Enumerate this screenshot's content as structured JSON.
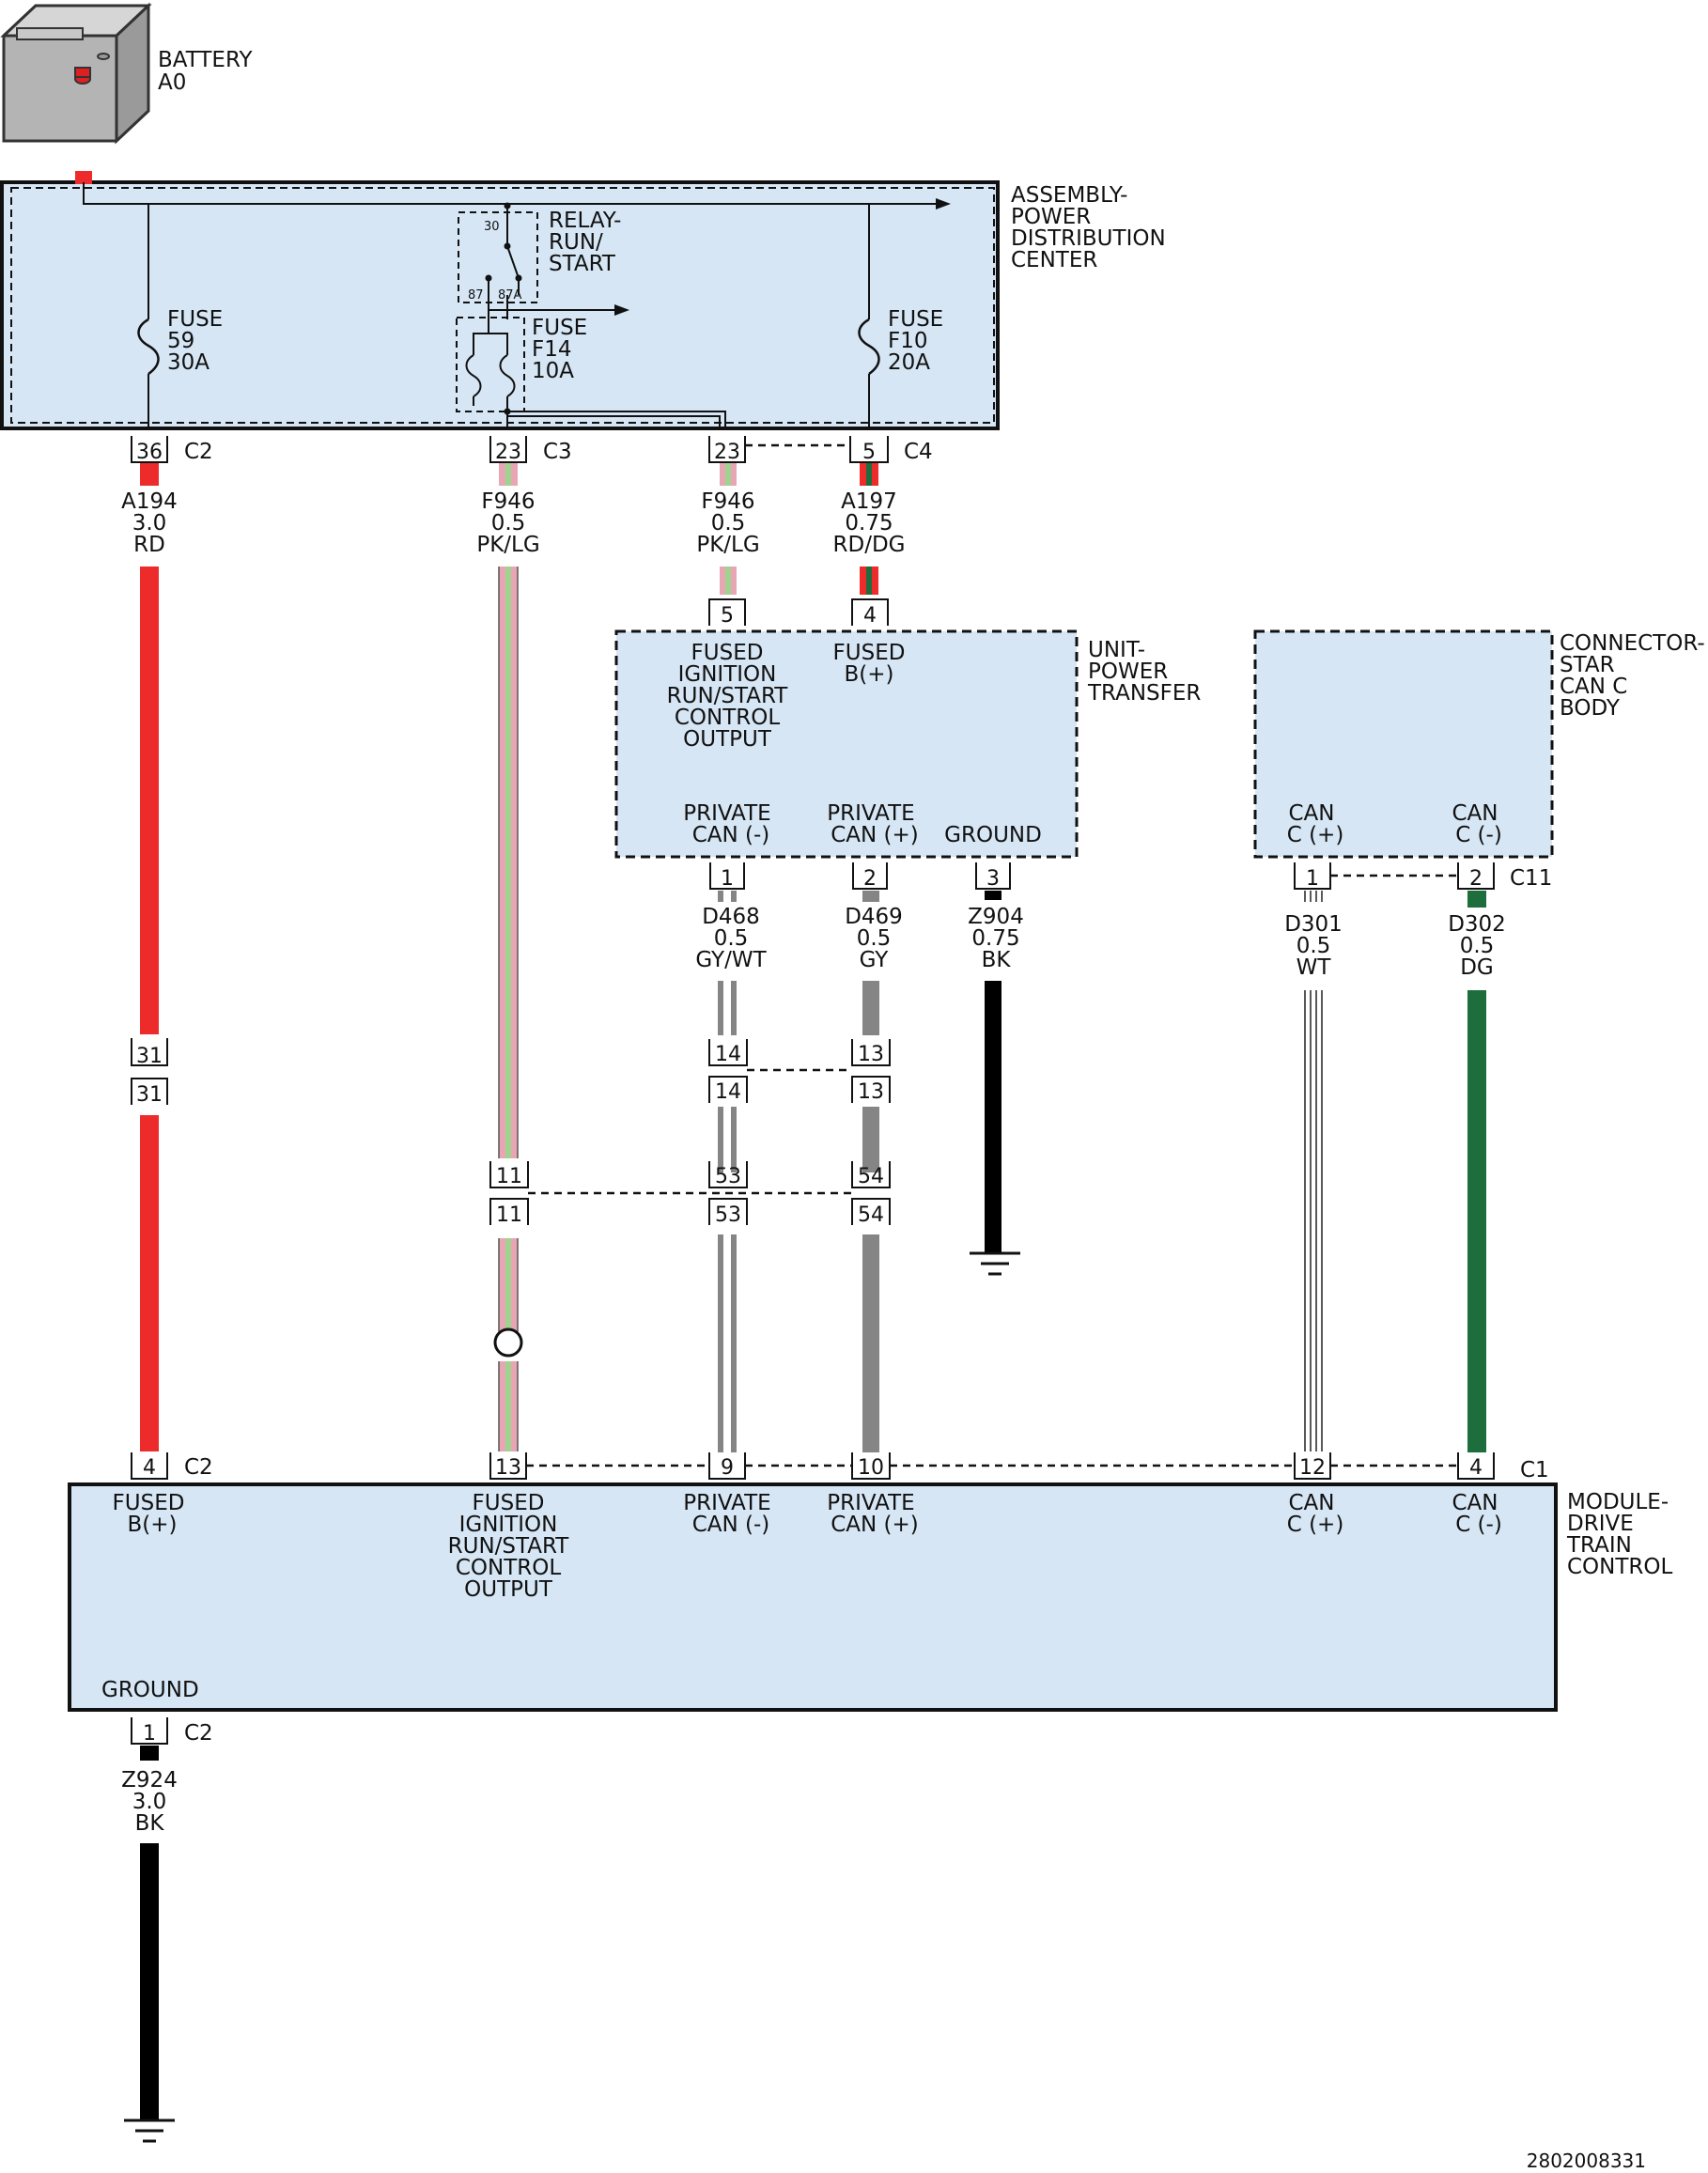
{
  "colors": {
    "panel_fill": "#d6e6f5",
    "red": "#ee2b2b",
    "green": "#1d6e3c",
    "gray": "#858585",
    "pink": "#e8a6b4",
    "light_green": "#9fd48e",
    "black": "#000000"
  },
  "battery": {
    "name": "BATTERY",
    "code": "A0"
  },
  "pdc": {
    "title_1": "ASSEMBLY-",
    "title_2": "POWER",
    "title_3": "DISTRIBUTION",
    "title_4": "CENTER",
    "relay_1": "RELAY-",
    "relay_2": "RUN/",
    "relay_3": "START",
    "relay_pin_30": "30",
    "relay_pin_87": "87",
    "relay_pin_87a": "87A",
    "fuse59": [
      "FUSE",
      "59",
      "30A"
    ],
    "fuse_f14": [
      "FUSE",
      "F14",
      "10A"
    ],
    "fuse_f10": [
      "FUSE",
      "F10",
      "20A"
    ]
  },
  "pdc_connectors": [
    {
      "pin": "36",
      "conn": "C2"
    },
    {
      "pin": "23",
      "conn": "C3"
    },
    {
      "pin": "23",
      "conn": ""
    },
    {
      "pin": "5",
      "conn": "C4"
    }
  ],
  "wires": {
    "a194": [
      "A194",
      "3.0",
      "RD"
    ],
    "f946_1": [
      "F946",
      "0.5",
      "PK/LG"
    ],
    "f946_2": [
      "F946",
      "0.5",
      "PK/LG"
    ],
    "a197": [
      "A197",
      "0.75",
      "RD/DG"
    ],
    "d468": [
      "D468",
      "0.5",
      "GY/WT"
    ],
    "d469": [
      "D469",
      "0.5",
      "GY"
    ],
    "z904": [
      "Z904",
      "0.75",
      "BK"
    ],
    "d301": [
      "D301",
      "0.5",
      "WT"
    ],
    "d302": [
      "D302",
      "0.5",
      "DG"
    ],
    "z924": [
      "Z924",
      "3.0",
      "BK"
    ]
  },
  "power_transfer": {
    "title_1": "UNIT-",
    "title_2": "POWER",
    "title_3": "TRANSFER",
    "in_pin_a": "5",
    "in_pin_b": "4",
    "fused_ign": [
      "FUSED",
      "IGNITION",
      "RUN/START",
      "CONTROL",
      "OUTPUT"
    ],
    "fused_b": [
      "FUSED",
      "B(+)"
    ],
    "priv_can_minus": [
      "PRIVATE",
      "CAN (-)"
    ],
    "priv_can_plus": [
      "PRIVATE",
      "CAN (+)"
    ],
    "ground": "GROUND",
    "out_pins": [
      "1",
      "2",
      "3"
    ]
  },
  "star_connector": {
    "title_1": "CONNECTOR-",
    "title_2": "STAR",
    "title_3": "CAN C",
    "title_4": "BODY",
    "can_plus": [
      "CAN",
      "C (+)"
    ],
    "can_minus": [
      "CAN",
      "C (-)"
    ],
    "pins": [
      "1",
      "2"
    ],
    "conn": "C11"
  },
  "inline_connectors": {
    "red_31": "31",
    "can_14": "14",
    "can_13": "13",
    "ign_11": "11",
    "can_53": "53",
    "can_54": "54"
  },
  "module": {
    "title_1": "MODULE-",
    "title_2": "DRIVE",
    "title_3": "TRAIN",
    "title_4": "CONTROL",
    "top_pins": [
      {
        "pin": "4",
        "conn": "C2"
      },
      {
        "pin": "13",
        "conn": ""
      },
      {
        "pin": "9",
        "conn": ""
      },
      {
        "pin": "10",
        "conn": ""
      },
      {
        "pin": "12",
        "conn": ""
      },
      {
        "pin": "4",
        "conn": "C1"
      }
    ],
    "fused_b": [
      "FUSED",
      "B(+)"
    ],
    "fused_ign": [
      "FUSED",
      "IGNITION",
      "RUN/START",
      "CONTROL",
      "OUTPUT"
    ],
    "priv_can_minus": [
      "PRIVATE",
      "CAN (-)"
    ],
    "priv_can_plus": [
      "PRIVATE",
      "CAN (+)"
    ],
    "can_plus": [
      "CAN",
      "C (+)"
    ],
    "can_minus": [
      "CAN",
      "C (-)"
    ],
    "ground": "GROUND",
    "ground_pin": {
      "pin": "1",
      "conn": "C2"
    }
  },
  "doc_number": "2802008331"
}
